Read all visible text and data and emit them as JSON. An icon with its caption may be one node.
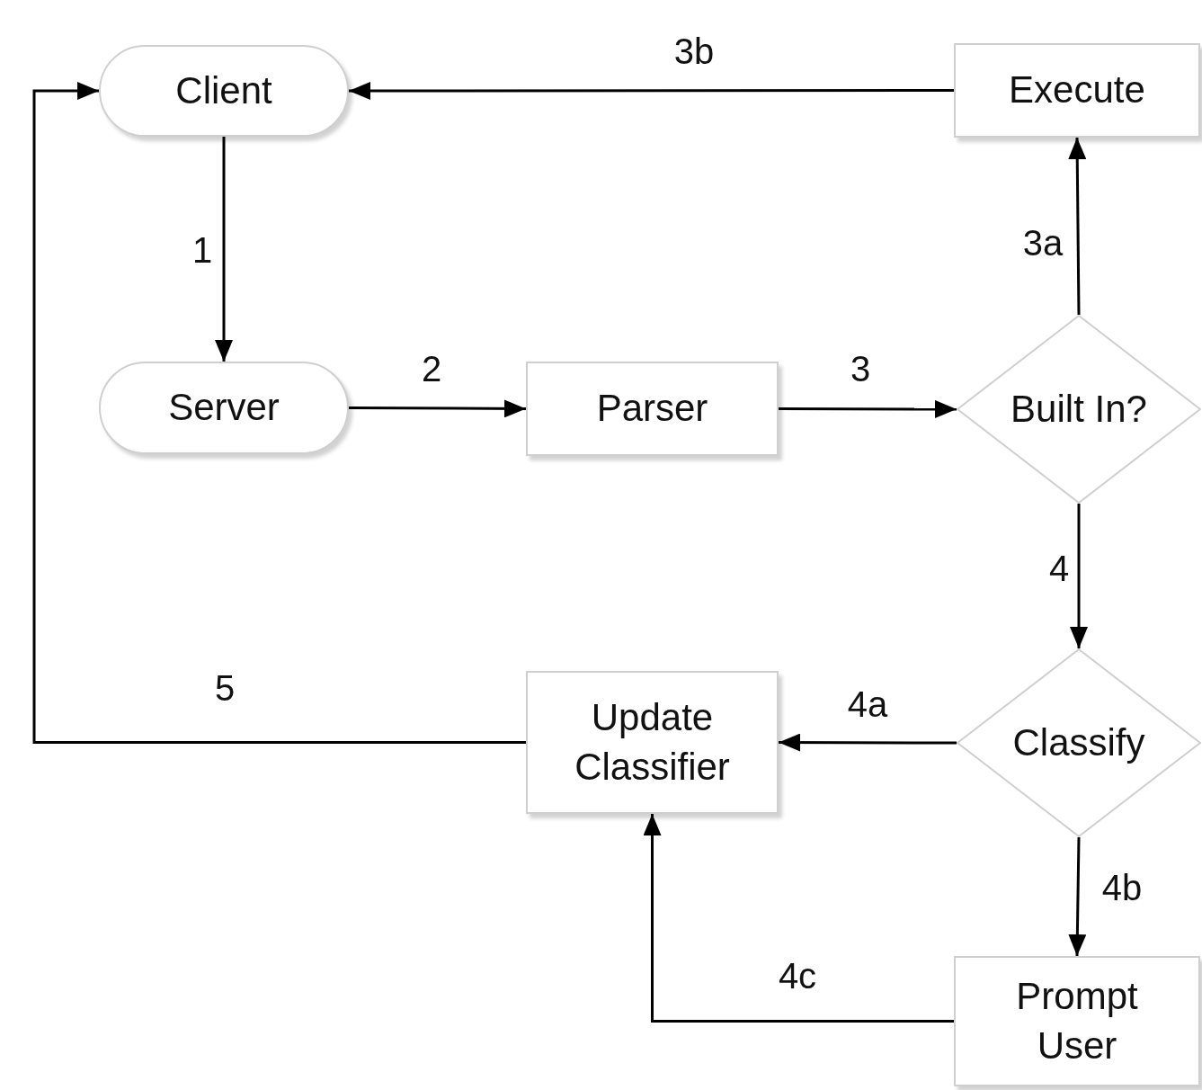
{
  "diagram": {
    "nodes": [
      {
        "text": [
          "Client"
        ]
      },
      {
        "text": [
          "Server"
        ]
      },
      {
        "text": [
          "Parser"
        ]
      },
      {
        "text": [
          "Execute"
        ]
      },
      {
        "text": [
          "Built In?"
        ]
      },
      {
        "text": [
          "Classify"
        ]
      },
      {
        "text": [
          "Update Classifier"
        ]
      },
      {
        "text": [
          "Prompt User"
        ]
      }
    ],
    "edges": [
      {
        "from": 0,
        "to": 1,
        "arrow": "to",
        "label": "1"
      },
      {
        "from": 1,
        "to": 2,
        "arrow": "to",
        "label": "2"
      },
      {
        "from": 2,
        "to": 4,
        "arrow": "to",
        "label": "3"
      },
      {
        "from": 4,
        "to": 3,
        "arrow": "to",
        "label": "3a"
      },
      {
        "from": 3,
        "to": 0,
        "arrow": "to",
        "label": "3b"
      },
      {
        "from": 4,
        "to": 5,
        "arrow": "to",
        "label": "4"
      },
      {
        "from": 5,
        "to": 6,
        "arrow": "to",
        "label": "4a"
      },
      {
        "from": 5,
        "to": 7,
        "arrow": "to",
        "label": "4b"
      },
      {
        "from": 7,
        "to": 6,
        "arrow": "to",
        "label": "4c"
      },
      {
        "from": 6,
        "to": 0,
        "arrow": "to",
        "label": "5"
      }
    ]
  }
}
